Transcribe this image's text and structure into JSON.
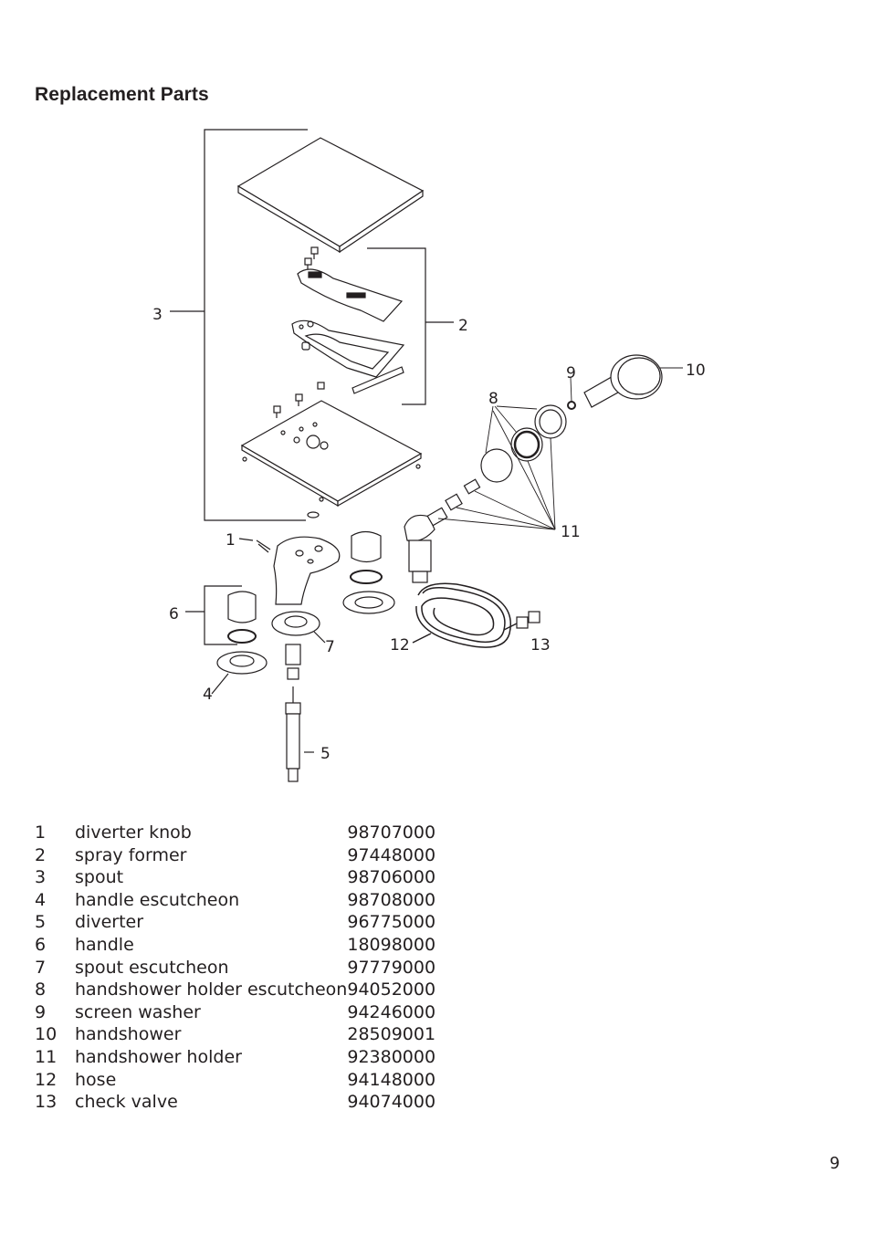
{
  "page": {
    "title": "Replacement Parts",
    "page_number": "9"
  },
  "callouts": [
    "1",
    "2",
    "3",
    "4",
    "5",
    "6",
    "7",
    "8",
    "9",
    "10",
    "11",
    "12",
    "13"
  ],
  "parts": [
    {
      "num": "1",
      "name": "diverter knob",
      "part_no": "98707000"
    },
    {
      "num": "2",
      "name": "spray former",
      "part_no": "97448000"
    },
    {
      "num": "3",
      "name": "spout",
      "part_no": "98706000"
    },
    {
      "num": "4",
      "name": "handle escutcheon",
      "part_no": "98708000"
    },
    {
      "num": "5",
      "name": "diverter",
      "part_no": "96775000"
    },
    {
      "num": "6",
      "name": "handle",
      "part_no": "18098000"
    },
    {
      "num": "7",
      "name": "spout escutcheon",
      "part_no": "97779000"
    },
    {
      "num": "8",
      "name": "handshower holder escutcheon",
      "part_no": "94052000"
    },
    {
      "num": "9",
      "name": "screen washer",
      "part_no": "94246000"
    },
    {
      "num": "10",
      "name": "handshower",
      "part_no": "28509001"
    },
    {
      "num": "11",
      "name": "handshower holder",
      "part_no": "92380000"
    },
    {
      "num": "12",
      "name": "hose",
      "part_no": "94148000"
    },
    {
      "num": "13",
      "name": "check valve",
      "part_no": "94074000"
    }
  ]
}
